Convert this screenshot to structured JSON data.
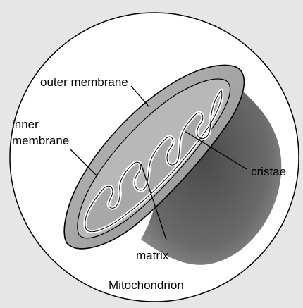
{
  "diagram": {
    "caption": "Mitochondrion",
    "labels": {
      "outer_membrane": "outer membrane",
      "inner_line1": "inner",
      "inner_line2": "membrane",
      "cristae": "cristae",
      "matrix": "matrix"
    }
  }
}
